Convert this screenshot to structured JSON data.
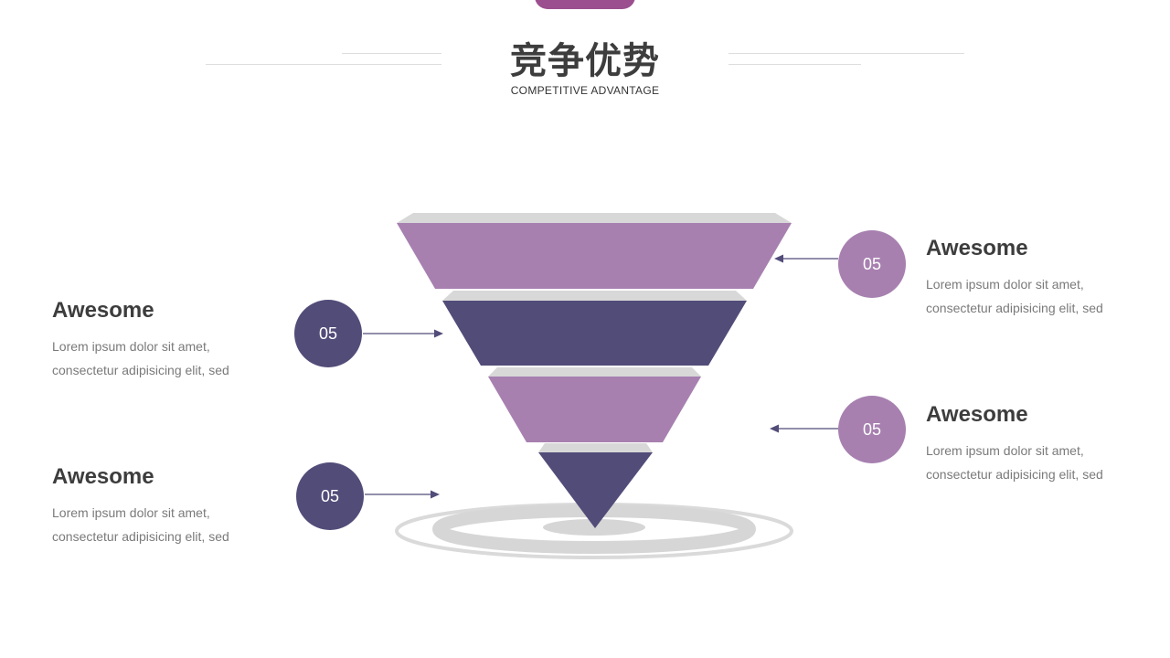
{
  "header": {
    "title": "竞争优势",
    "subtitle": "COMPETITIVE  ADVANTAGE"
  },
  "colors": {
    "accent_tab": "#9b4f8f",
    "dark_purple": "#524c79",
    "light_purple": "#a780b0",
    "gray": "#d6d6d6"
  },
  "items": [
    {
      "number": "05",
      "heading": "Awesome",
      "text": "Lorem ipsum dolor sit amet,\nconsectetur adipisicing elit, sed"
    },
    {
      "number": "05",
      "heading": "Awesome",
      "text": "Lorem ipsum dolor sit amet,\nconsectetur adipisicing elit, sed"
    },
    {
      "number": "05",
      "heading": "Awesome",
      "text": "Lorem ipsum dolor sit amet,\nconsectetur adipisicing elit, sed"
    },
    {
      "number": "05",
      "heading": "Awesome",
      "text": "Lorem ipsum dolor sit amet,\nconsectetur adipisicing elit, sed"
    }
  ]
}
